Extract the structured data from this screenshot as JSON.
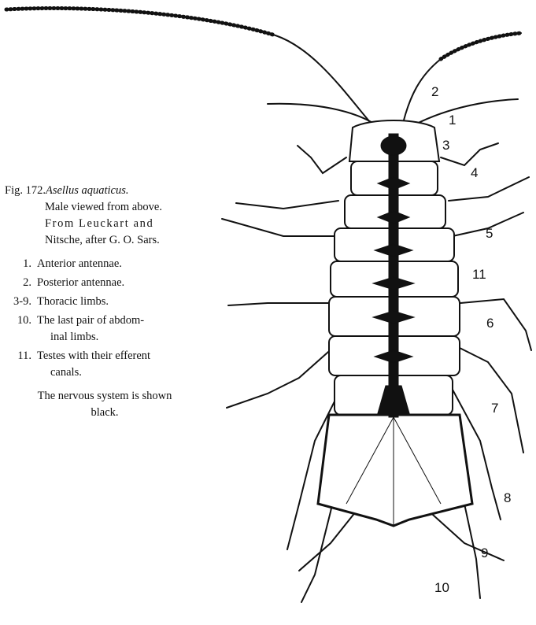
{
  "caption": {
    "fig_label": "Fig. 172.",
    "species": "Asellus aquaticus.",
    "lines": [
      "Male viewed from above.",
      "From Leuckart and",
      "Nitsche, after G. O. Sars."
    ],
    "legend": [
      {
        "num": "1.",
        "text": "Anterior antennae."
      },
      {
        "num": "2.",
        "text": "Posterior antennae."
      },
      {
        "num": "3-9.",
        "text": "Thoracic limbs."
      },
      {
        "num": "10.",
        "text": "The last pair of abdom-",
        "text2": "inal limbs."
      },
      {
        "num": "11.",
        "text": "Testes with their efferent",
        "text2": "canals."
      }
    ],
    "nervous_note_1": "The nervous system is shown",
    "nervous_note_2": "black."
  },
  "figure_labels": [
    "1",
    "2",
    "3",
    "4",
    "5",
    "6",
    "7",
    "8",
    "9",
    "10",
    "11"
  ],
  "colors": {
    "ink": "#111111",
    "paper": "#ffffff"
  }
}
